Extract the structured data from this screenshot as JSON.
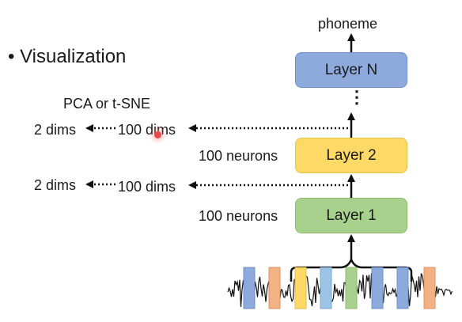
{
  "title": "Visualization",
  "output_label": "phoneme",
  "method_label": "PCA or t-SNE",
  "layers": {
    "top": "Layer N",
    "middle": "Layer 2",
    "bottom": "Layer 1",
    "ellipsis": "⋮"
  },
  "neuron_labels": {
    "layer2": "100 neurons",
    "layer1": "100 neurons"
  },
  "projections": {
    "upper": {
      "source": "100 dims",
      "target": "2 dims"
    },
    "lower": {
      "source": "100 dims",
      "target": "2 dims"
    }
  },
  "colors": {
    "layer_n": "#8eaadc",
    "layer_2": "#ffd966",
    "layer_1": "#a9d18e",
    "frame_blue": "#8eaadc",
    "frame_orange": "#f4b183",
    "frame_yellow": "#ffd966",
    "frame_lightblue": "#9dc3e6",
    "frame_green": "#a9d18e"
  }
}
